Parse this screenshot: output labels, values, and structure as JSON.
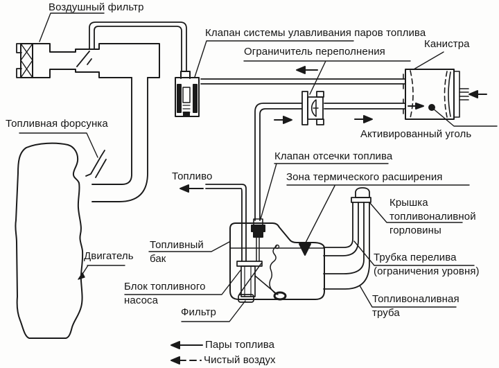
{
  "labels": {
    "air_filter": "Воздушный фильтр",
    "vapor_valve": "Клапан системы улавливания паров топлива",
    "overflow_limiter": "Ограничитель переполнения",
    "canister": "Канистра",
    "activated_carbon": "Активированный уголь",
    "fuel_injector": "Топливная форсунка",
    "engine": "Двигатель",
    "fuel": "Топливо",
    "fuel_cutoff_valve": "Клапан отсечки топлива",
    "thermal_zone": "Зона термического расширения",
    "filler_cap": "Крышка\nтопливоналивной\nгорловины",
    "fuel_tank": "Топливный\nбак",
    "pump_unit": "Блок топливного\nнасоса",
    "filter": "Фильтр",
    "overflow_tube": "Трубка перелива\n(ограничения уровня)",
    "filler_pipe": "Топливоналивная\nтруба"
  },
  "legend": {
    "fuel_vapors": "Пары топлива",
    "clean_air": "Чистый воздух"
  },
  "colors": {
    "line": "#1a1a1a",
    "background": "#fdfdfc"
  }
}
